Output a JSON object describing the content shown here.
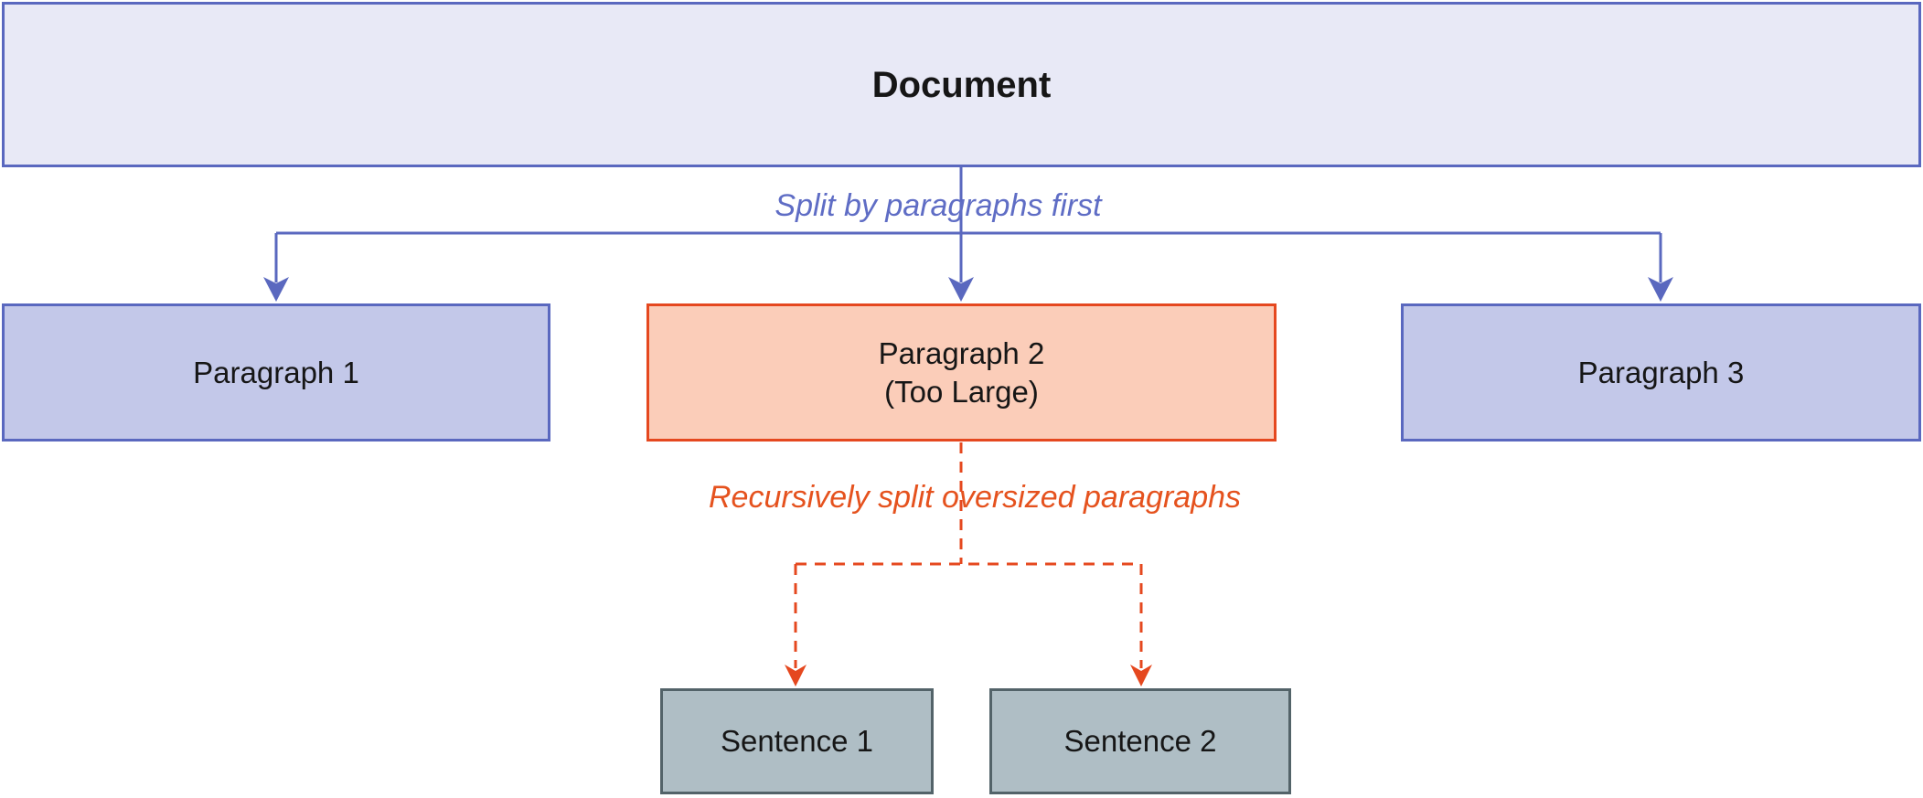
{
  "nodes": {
    "document": {
      "label": "Document"
    },
    "paragraph1": {
      "label": "Paragraph 1"
    },
    "paragraph2": {
      "label": "Paragraph 2",
      "sublabel": "(Too Large)"
    },
    "paragraph3": {
      "label": "Paragraph 3"
    },
    "sentence1": {
      "label": "Sentence 1"
    },
    "sentence2": {
      "label": "Sentence 2"
    }
  },
  "annotations": {
    "split_label": "Split by paragraphs first",
    "recursive_label": "Recursively split oversized paragraphs"
  },
  "colors": {
    "blue-border": "#5a68bf",
    "blue-label": "#5f6dc5",
    "document-fill": "#e8e9f6",
    "paragraph-fill": "#c3c8e9",
    "warning-border": "#e5481f",
    "warning-fill": "#fbcdb9",
    "warning-label": "#e5521e",
    "sentence-fill": "#afbec5",
    "sentence-border": "#536369",
    "text": "#161616"
  }
}
